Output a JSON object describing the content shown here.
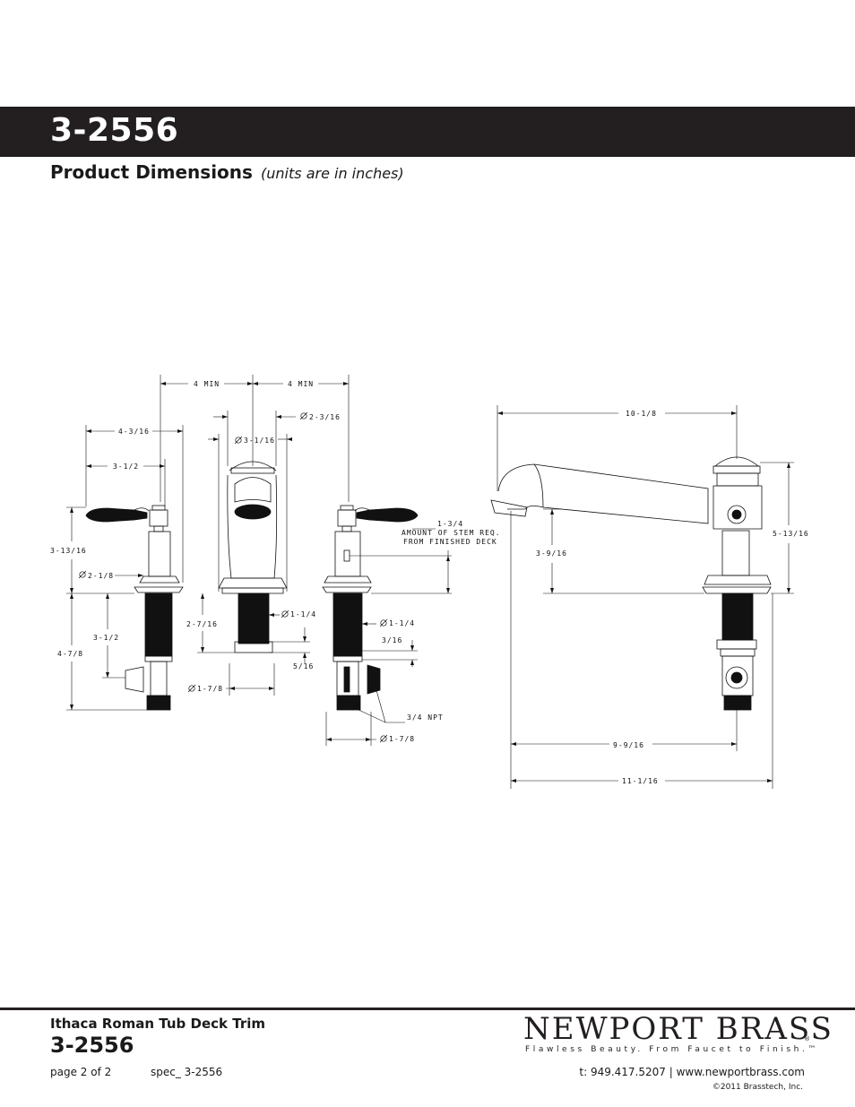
{
  "header": {
    "product_code": "3-2556",
    "section_title": "Product Dimensions",
    "units_note": "(units are in inches)"
  },
  "drawing": {
    "dims": {
      "four_min_left": "4 MIN",
      "four_min_right": "4 MIN",
      "dia_2_3_16": "2-3/16",
      "dia_3_1_16": "3-1/16",
      "w_4_3_16": "4-3/16",
      "w_3_1_2": "3-1/2",
      "h_3_13_16": "3-13/16",
      "dia_2_1_8": "2-1/8",
      "h_3_1_2": "3-1/2",
      "h_4_7_8": "4-7/8",
      "h_2_7_16": "2-7/16",
      "dia_1_1_4_spout": "1-1/4",
      "t_5_16": "5/16",
      "dia_1_7_8_spout": "1-7/8",
      "stem_1_3_4": "1-3/4",
      "stem_note_1": "AMOUNT OF STEM REQ.",
      "stem_note_2": "FROM FINISHED DECK",
      "dia_1_1_4_valve": "1-1/4",
      "t_3_16": "3/16",
      "npt_3_4": "3/4 NPT",
      "dia_1_7_8_valve": "1-7/8",
      "w_10_1_8": "10-1/8",
      "h_3_9_16": "3-9/16",
      "h_5_13_16": "5-13/16",
      "w_9_9_16": "9-9/16",
      "w_11_1_16": "11-1/16"
    }
  },
  "footer": {
    "product_name": "Ithaca Roman Tub Deck Trim",
    "product_code": "3-2556",
    "page": "page 2 of 2",
    "spec": "spec_ 3-2556",
    "contact": "t: 949.417.5207 | www.newportbrass.com",
    "copyright": "©2011 Brasstech, Inc.",
    "brand_name": "NEWPORT BRASS",
    "brand_reg": "®",
    "tagline": "Flawless Beauty. From Faucet to Finish.™"
  },
  "colors": {
    "bar": "#231f20",
    "ink": "#111111"
  }
}
